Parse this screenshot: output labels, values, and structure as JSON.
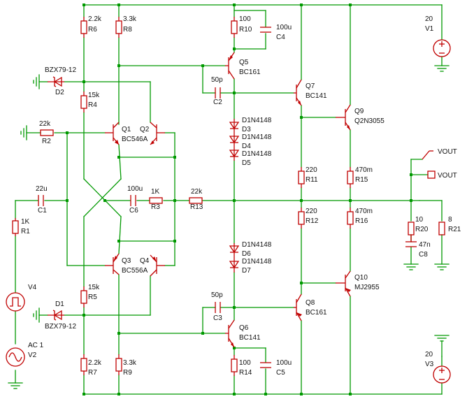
{
  "labels": {
    "R6": "R6",
    "R6v": "2.2k",
    "R8": "R8",
    "R8v": "3.3k",
    "R10": "R10",
    "R10v": "100",
    "C4": "C4",
    "C4v": "100u",
    "V1": "V1",
    "V1v": "20",
    "D2": "D2",
    "D2v": "BZX79-12",
    "Q5": "Q5",
    "Q5v": "BC161",
    "C2": "C2",
    "C2v": "50p",
    "Q7": "Q7",
    "Q7v": "BC141",
    "R4": "R4",
    "R4v": "15k",
    "Q1": "Q1",
    "Q1v": "BC546A",
    "Q2": "Q2",
    "R2": "R2",
    "R2v": "22k",
    "Q9": "Q9",
    "Q9v": "Q2N3055",
    "D3": "D3",
    "D3v": "D1N4148",
    "D4": "D4",
    "D4v": "D1N4148",
    "D5": "D5",
    "D5v": "D1N4148",
    "VOUT1": "VOUT",
    "VOUT2": "VOUT",
    "C1": "C1",
    "C1v": "22u",
    "C6": "C6",
    "C6v": "100u",
    "R3": "R3",
    "R3v": "1K",
    "R13": "R13",
    "R13v": "22k",
    "R11": "R11",
    "R11v": "220",
    "R15": "R15",
    "R15v": "470m",
    "R12": "R12",
    "R12v": "220",
    "R16": "R16",
    "R16v": "470m",
    "R20": "R20",
    "R20v": "10",
    "C8": "C8",
    "C8v": "47n",
    "R21": "R21",
    "R21v": "8",
    "R1": "R1",
    "R1v": "1K",
    "D6": "D6",
    "D6v": "D1N4148",
    "D7": "D7",
    "D7v": "D1N4148",
    "Q3": "Q3",
    "Q3v": "BC556A",
    "Q4": "Q4",
    "V4": "V4",
    "R5": "R5",
    "R5v": "15k",
    "Q10": "Q10",
    "Q10v": "MJ2955",
    "D1": "D1",
    "D1v": "BZX79-12",
    "C3": "C3",
    "C3v": "50p",
    "Q8": "Q8",
    "Q8v": "BC161",
    "Q6": "Q6",
    "Q6v": "BC141",
    "V2": "V2",
    "V2v": "AC 1",
    "R7": "R7",
    "R7v": "2.2k",
    "R9": "R9",
    "R9v": "3.3k",
    "R14": "R14",
    "R14v": "100",
    "C5": "C5",
    "C5v": "100u",
    "V3": "V3",
    "V3v": "20"
  }
}
